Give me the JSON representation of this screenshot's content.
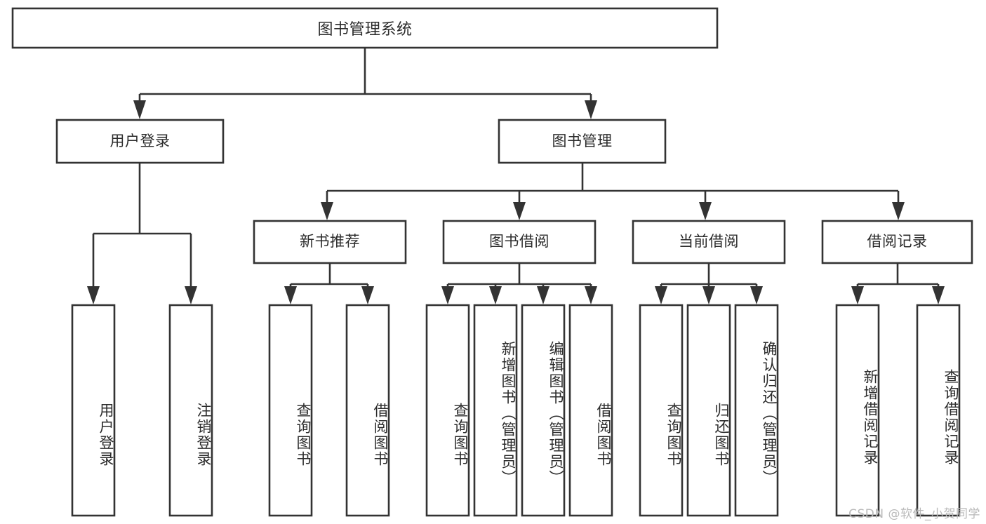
{
  "diagram": {
    "title": "图书管理系统",
    "type": "tree",
    "root": {
      "id": "root",
      "label": "图书管理系统",
      "orientation": "horizontal"
    },
    "level2": [
      {
        "id": "user-login",
        "label": "用户登录",
        "orientation": "horizontal"
      },
      {
        "id": "book-manage",
        "label": "图书管理",
        "orientation": "horizontal"
      }
    ],
    "level3": [
      {
        "id": "new-book-recommend",
        "label": "新书推荐",
        "parent": "book-manage",
        "orientation": "horizontal"
      },
      {
        "id": "book-borrow",
        "label": "图书借阅",
        "parent": "book-manage",
        "orientation": "horizontal"
      },
      {
        "id": "current-borrow",
        "label": "当前借阅",
        "parent": "book-manage",
        "orientation": "horizontal"
      },
      {
        "id": "borrow-record",
        "label": "借阅记录",
        "parent": "book-manage",
        "orientation": "horizontal"
      }
    ],
    "leaves": [
      {
        "id": "leaf-user-login",
        "label": "用户登录",
        "parent": "user-login",
        "orientation": "vertical"
      },
      {
        "id": "leaf-logout",
        "label": "注销登录",
        "parent": "user-login",
        "orientation": "vertical"
      },
      {
        "id": "leaf-query-book-1",
        "label": "查询图书",
        "parent": "new-book-recommend",
        "orientation": "vertical"
      },
      {
        "id": "leaf-borrow-book-1",
        "label": "借阅图书",
        "parent": "new-book-recommend",
        "orientation": "vertical"
      },
      {
        "id": "leaf-query-book-2",
        "label": "查询图书",
        "parent": "book-borrow",
        "orientation": "vertical"
      },
      {
        "id": "leaf-add-book",
        "label": "新增图书（管理员）",
        "parent": "book-borrow",
        "orientation": "vertical"
      },
      {
        "id": "leaf-edit-book",
        "label": "编辑图书（管理员）",
        "parent": "book-borrow",
        "orientation": "vertical"
      },
      {
        "id": "leaf-borrow-book-2",
        "label": "借阅图书",
        "parent": "book-borrow",
        "orientation": "vertical"
      },
      {
        "id": "leaf-query-book-3",
        "label": "查询图书",
        "parent": "current-borrow",
        "orientation": "vertical"
      },
      {
        "id": "leaf-return-book",
        "label": "归还图书",
        "parent": "current-borrow",
        "orientation": "vertical"
      },
      {
        "id": "leaf-confirm-return",
        "label": "确认归还（管理员）",
        "parent": "current-borrow",
        "orientation": "vertical"
      },
      {
        "id": "leaf-add-record",
        "label": "新增借阅记录",
        "parent": "borrow-record",
        "orientation": "vertical"
      },
      {
        "id": "leaf-query-record",
        "label": "查询借阅记录",
        "parent": "borrow-record",
        "orientation": "vertical"
      }
    ],
    "watermark": "CSDN @软件_小贺同学",
    "colors": {
      "stroke": "#333333",
      "fill": "#ffffff",
      "text": "#2b2b2b",
      "watermark": "#b9b9b9"
    }
  }
}
